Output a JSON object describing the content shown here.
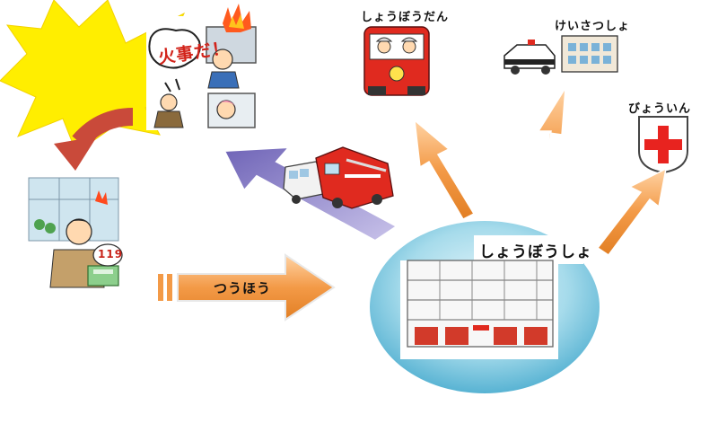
{
  "scene": {
    "fire": {
      "shout": "火事だ！",
      "phone_number": "119"
    },
    "report_arrow": {
      "label": "つうほう"
    },
    "fire_station": {
      "label": "しょうぼうしょ"
    },
    "fire_brigade": {
      "label": "しょうぼうだん"
    },
    "police": {
      "label": "けいさつしょ"
    },
    "hospital": {
      "label": "びょういん"
    }
  },
  "colors": {
    "burst": "#ffee00",
    "arrow_orange": "#f39a47",
    "arrow_purple": "#8f85c7",
    "return_arrow": "#c94a3a",
    "station_disc": "#7cc6df",
    "truck_red": "#e02a1f",
    "cross_red": "#e8231f"
  }
}
